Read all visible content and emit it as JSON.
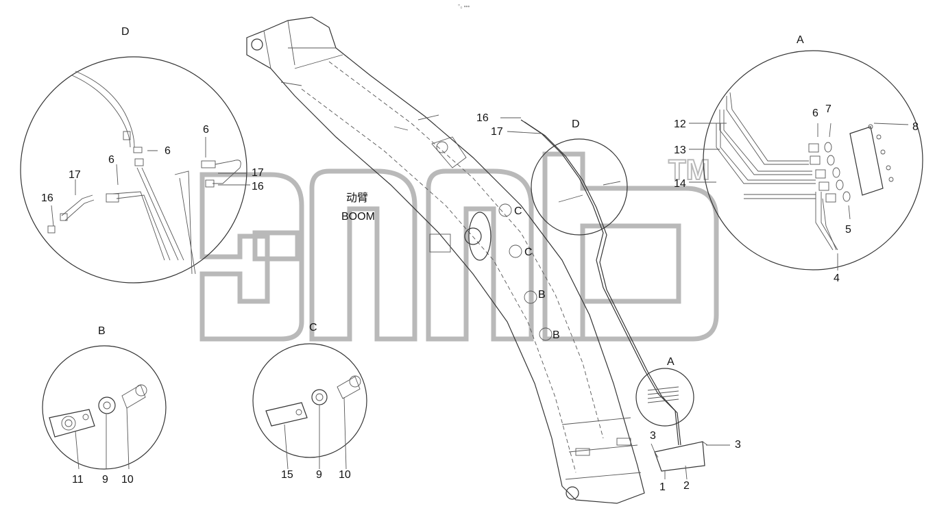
{
  "watermark": {
    "tm": "TM"
  },
  "top_marker": "°₀ •••",
  "boom": {
    "label_cn": "动臂",
    "label_en": "BOOM"
  },
  "views": {
    "D": "D",
    "A": "A",
    "B": "B",
    "C": "C"
  },
  "callouts": {
    "boom_C1": "C",
    "boom_C2": "C",
    "boom_B1": "B",
    "boom_B2": "B",
    "boom_D": "D",
    "boom_A": "A"
  },
  "parts": {
    "p1": "1",
    "p2": "2",
    "p3a": "3",
    "p3b": "3",
    "p4": "4",
    "p5": "5",
    "p6": "6",
    "p7": "7",
    "p8": "8",
    "p9": "9",
    "p10": "10",
    "p11": "11",
    "p12": "12",
    "p13": "13",
    "p14": "14",
    "p15": "15",
    "p16": "16",
    "p17": "17"
  },
  "detailD": {
    "n6a": "6",
    "n6b": "6",
    "n6c": "6",
    "n17a": "17",
    "n17b": "17",
    "n16a": "16",
    "n16b": "16"
  },
  "detailB": {
    "n11": "11",
    "n9": "9",
    "n10": "10"
  },
  "detailC": {
    "n15": "15",
    "n9": "9",
    "n10": "10"
  },
  "detailA": {
    "n6": "6",
    "n7": "7",
    "n8": "8",
    "n12": "12",
    "n13": "13",
    "n14": "14",
    "n5": "5",
    "n4": "4"
  },
  "boomLabels": {
    "n16": "16",
    "n17": "17"
  }
}
